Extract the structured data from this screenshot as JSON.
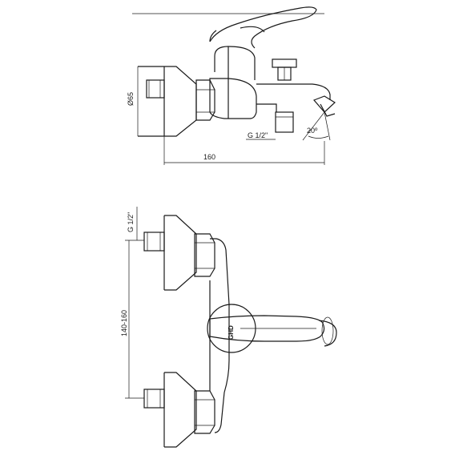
{
  "side_view": {
    "diameter_label": "Ø65",
    "width_label": "160",
    "thread_label": "G 1/2\"",
    "angle_label": "20º"
  },
  "front_view": {
    "thread_label": "G 1/2\"",
    "spacing_label": "140-160",
    "logo_text": "GHD"
  }
}
